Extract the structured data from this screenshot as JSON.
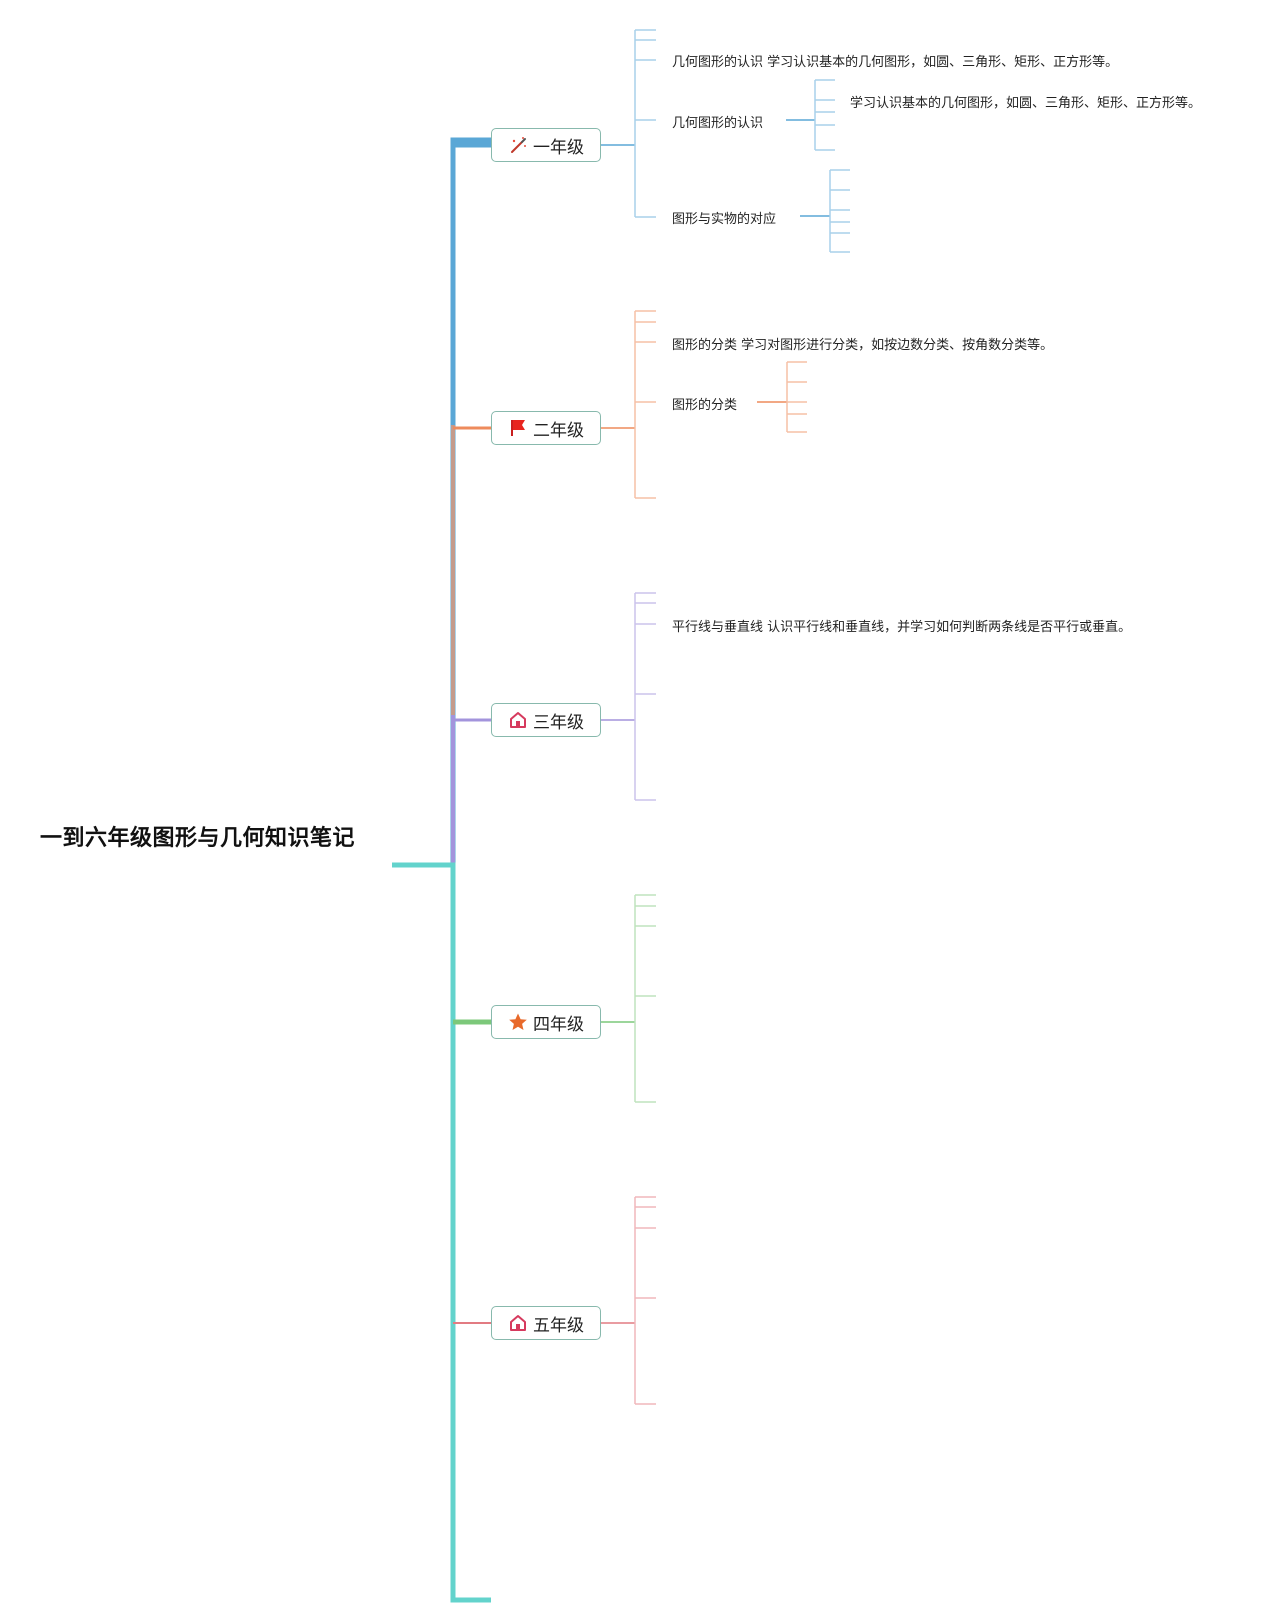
{
  "root": {
    "title": "一到六年级图形与几何知识笔记"
  },
  "grades": [
    {
      "label": "一年级",
      "icon": "magic-wand-icon",
      "color": "#5aa7d6",
      "notes": [
        "几何图形的认识 学习认识基本的几何图形，如圆、三角形、矩形、正方形等。",
        "几何图形的认识",
        "学习认识基本的几何图形，如圆、三角形、矩形、正方形等。",
        "图形与实物的对应"
      ]
    },
    {
      "label": "二年级",
      "icon": "red-flag-icon",
      "color": "#ee8b5c",
      "notes": [
        "图形的分类 学习对图形进行分类，如按边数分类、按角数分类等。",
        "图形的分类"
      ]
    },
    {
      "label": "三年级",
      "icon": "home-icon",
      "color": "#a394dc",
      "notes": [
        "平行线与垂直线 认识平行线和垂直线，并学习如何判断两条线是否平行或垂直。"
      ]
    },
    {
      "label": "四年级",
      "icon": "star-icon",
      "color": "#7cc87a",
      "notes": []
    },
    {
      "label": "五年级",
      "icon": "home-icon",
      "color": "#e27b82",
      "notes": []
    }
  ],
  "colors": {
    "trunk_top": "#5aa7d6",
    "trunk_bottom": "#63d3cc",
    "node_border": "#88b9ad"
  }
}
